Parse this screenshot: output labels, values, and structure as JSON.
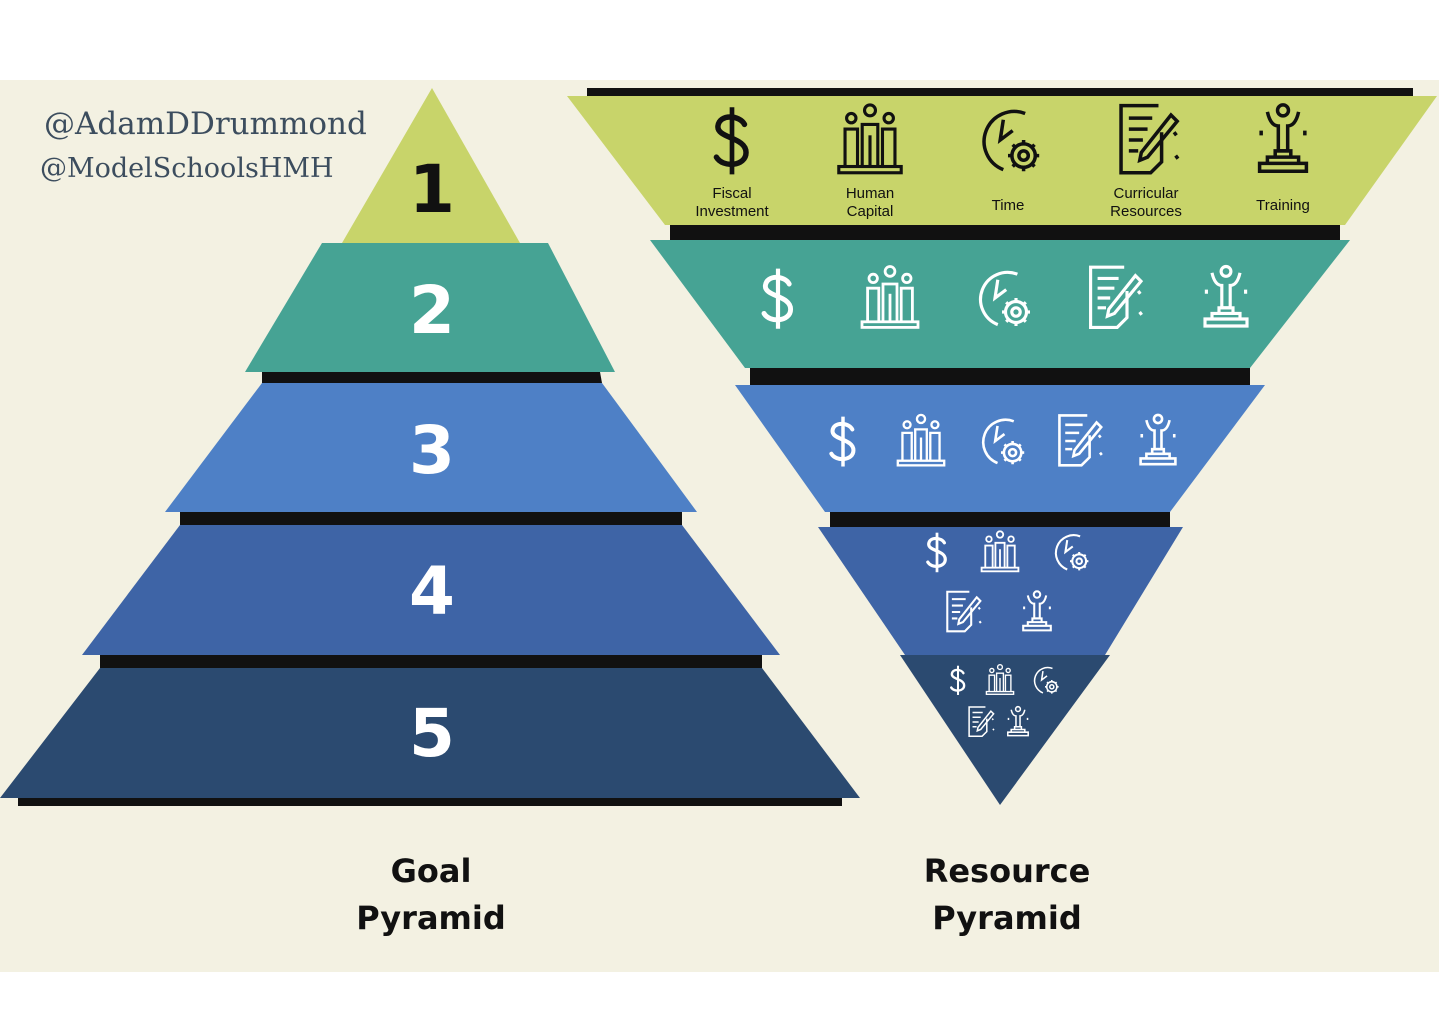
{
  "watermark": {
    "handle_1": "@AdamDDrummond",
    "handle_2": "@ModelSchoolsHMH"
  },
  "goal_pyramid": {
    "caption_line1": "Goal",
    "caption_line2": "Pyramid",
    "levels": [
      {
        "number": "1",
        "color": "#c8d46a",
        "text_color": "#111111"
      },
      {
        "number": "2",
        "color": "#46a394",
        "text_color": "#ffffff"
      },
      {
        "number": "3",
        "color": "#4e80c6",
        "text_color": "#ffffff"
      },
      {
        "number": "4",
        "color": "#3e64a6",
        "text_color": "#ffffff"
      },
      {
        "number": "5",
        "color": "#2b4a70",
        "text_color": "#ffffff"
      }
    ]
  },
  "resource_pyramid": {
    "caption_line1": "Resource",
    "caption_line2": "Pyramid",
    "categories": [
      {
        "icon": "dollar-icon",
        "label_line1": "Fiscal",
        "label_line2": "Investment"
      },
      {
        "icon": "people-icon",
        "label_line1": "Human",
        "label_line2": "Capital"
      },
      {
        "icon": "clock-gear-icon",
        "label_line1": "Time",
        "label_line2": ""
      },
      {
        "icon": "document-pen-icon",
        "label_line1": "Curricular",
        "label_line2": "Resources"
      },
      {
        "icon": "trophy-person-icon",
        "label_line1": "Training",
        "label_line2": ""
      }
    ],
    "level_colors": [
      "#c8d46a",
      "#46a394",
      "#4e80c6",
      "#3e64a6",
      "#2b4a70"
    ]
  },
  "colors": {
    "background": "#f3f1e2",
    "shadow": "#111111"
  }
}
